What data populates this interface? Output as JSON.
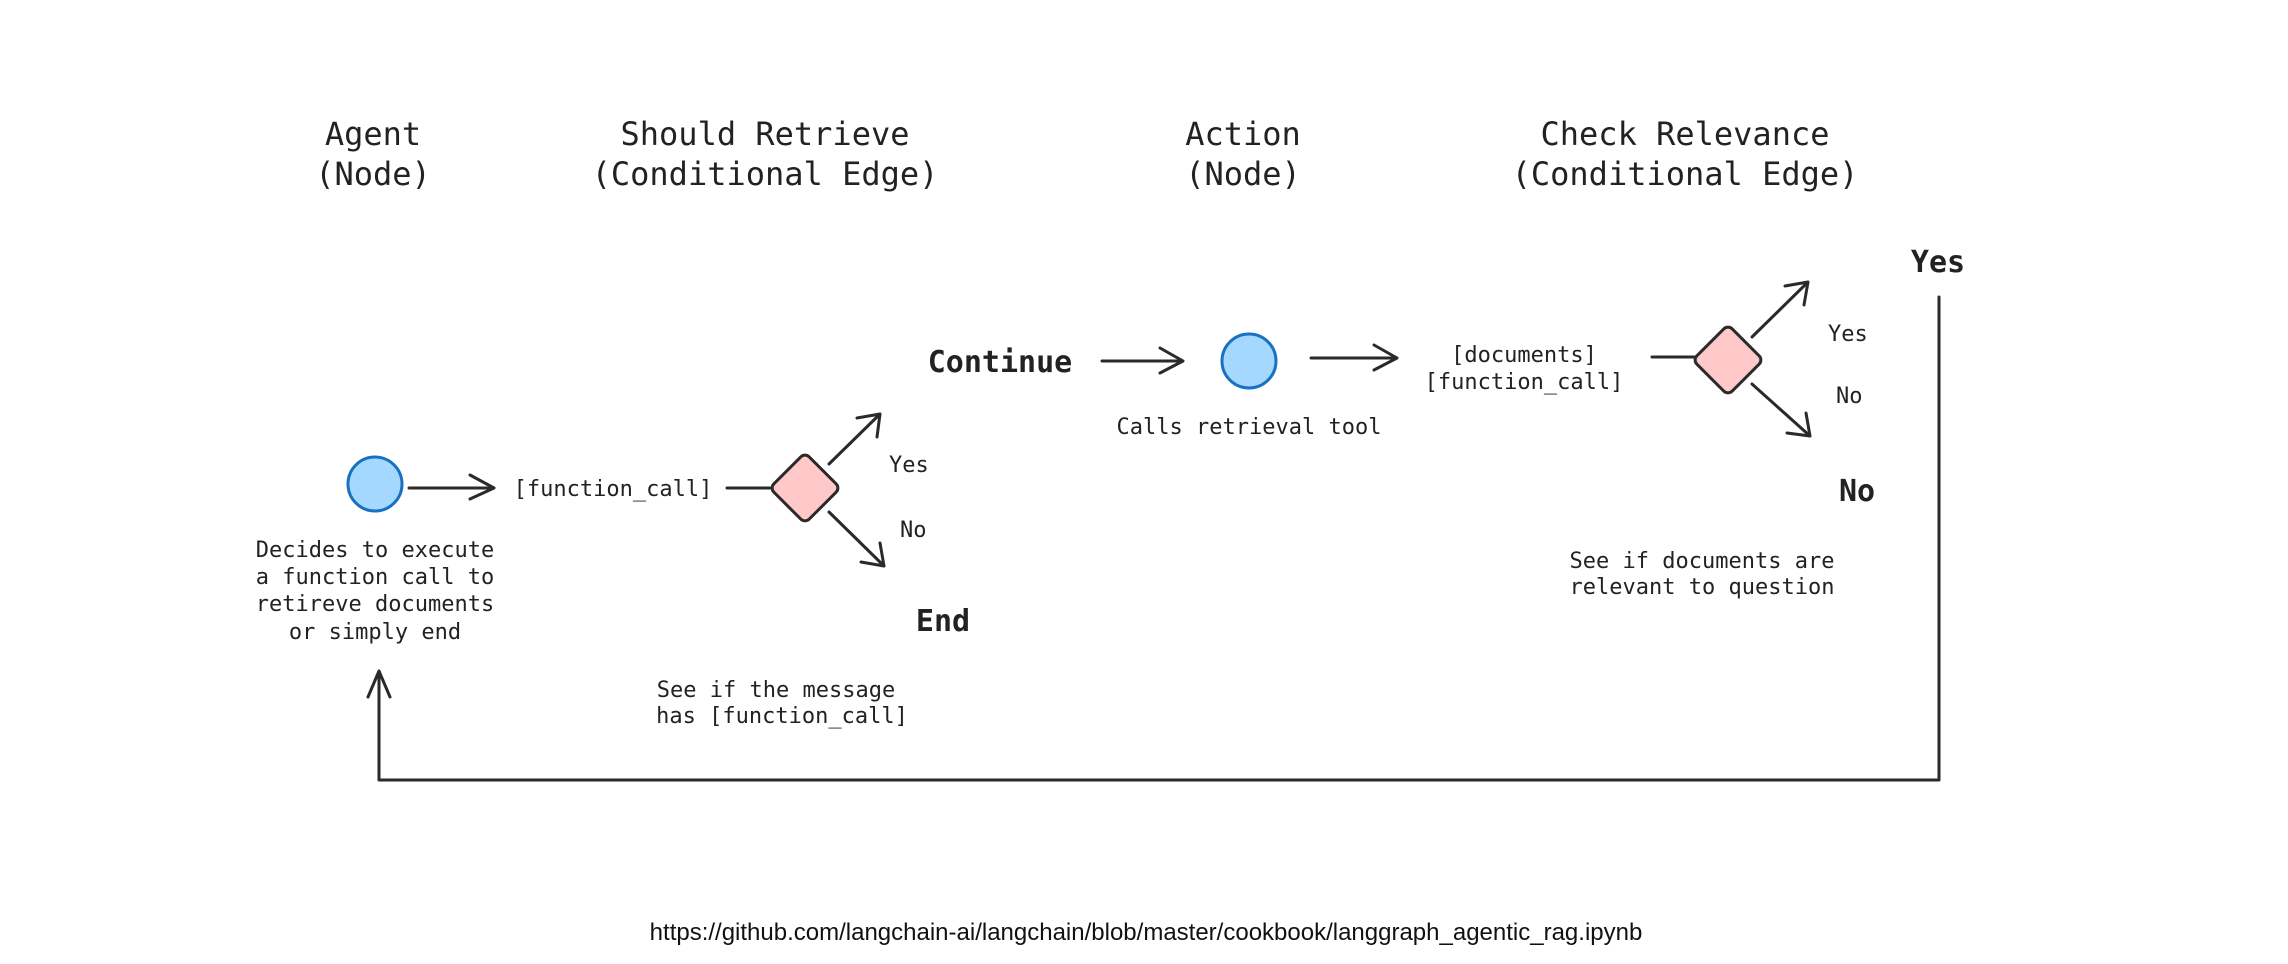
{
  "headers": {
    "agent": [
      "Agent",
      "(Node)"
    ],
    "should_retrieve": [
      "Should Retrieve",
      "(Conditional Edge)"
    ],
    "action": [
      "Action",
      "(Node)"
    ],
    "check_relevance": [
      "Check Relevance",
      "(Conditional Edge)"
    ]
  },
  "agent": {
    "output": "[function_call]",
    "description": [
      "Decides to execute",
      "a function call to",
      "retireve documents",
      "or simply end"
    ]
  },
  "should_retrieve": {
    "yes_label": "Yes",
    "no_label": "No",
    "yes_state": "Continue",
    "no_state": "End",
    "description": [
      "See if the message",
      "has [function_call]"
    ]
  },
  "action": {
    "description": "Calls retrieval tool",
    "output": [
      "[documents]",
      "[function_call]"
    ]
  },
  "check_relevance": {
    "yes_label": "Yes",
    "no_label": "No",
    "yes_state": "Yes",
    "no_state": "No",
    "description": [
      "See if documents are",
      "relevant to question"
    ]
  },
  "footer": {
    "url": "https://github.com/langchain-ai/langchain/blob/master/cookbook/langgraph_agentic_rag.ipynb"
  },
  "colors": {
    "node_fill": "#a5d8ff",
    "node_stroke": "#1971c2",
    "decision_fill": "#ffc9c9",
    "line": "#2a2a2a"
  }
}
